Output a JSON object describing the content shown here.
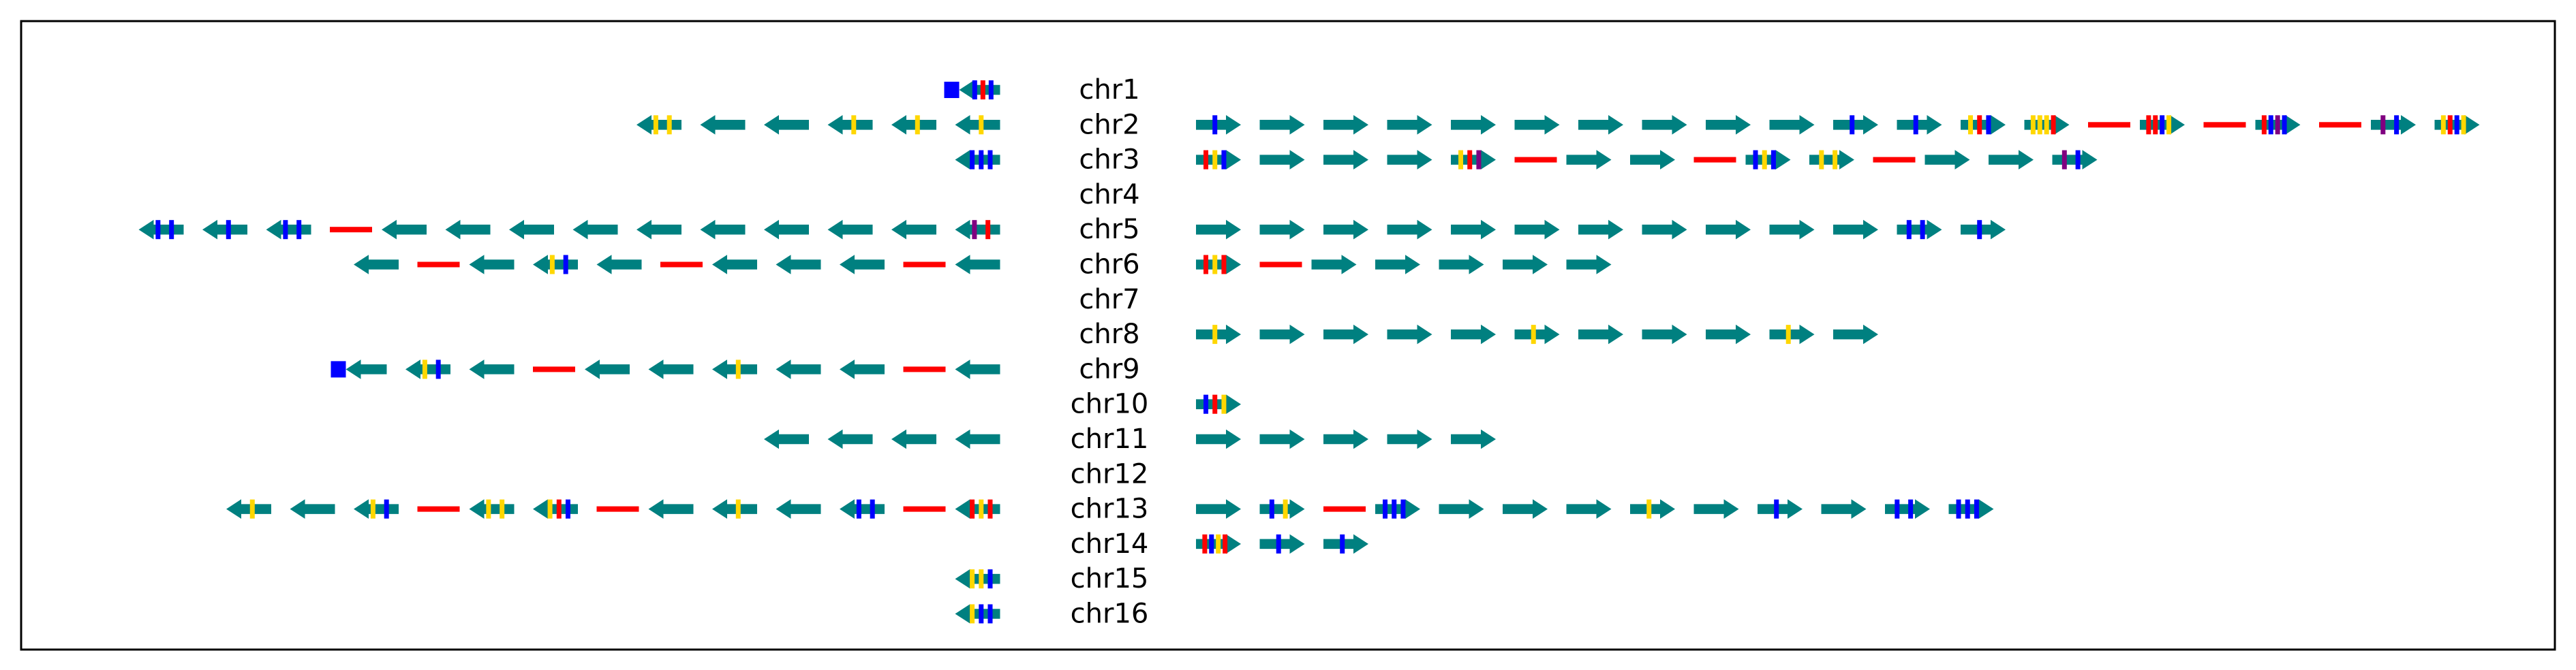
{
  "figure": {
    "colors": {
      "frame": "#000000",
      "background": "#ffffff",
      "block": "#008080",
      "gap": "#ff0000",
      "feature_blue": "#0000ff",
      "feature_yellow": "#ffd700",
      "feature_red": "#ff0000",
      "feature_purple": "#800080"
    }
  },
  "chromosomes": [
    {
      "name": "chr1",
      "left": [
        "<blue-box|blue,red,blue",
        ""
      ],
      "right": []
    },
    {
      "name": "chr2",
      "left": [
        "<|yellow,yellow",
        "<",
        "<",
        "<|yellow",
        "<|yellow",
        "<|yellow"
      ],
      "right": [
        ">|blue",
        ">",
        ">",
        ">",
        ">",
        ">",
        ">",
        ">",
        ">",
        ">",
        ">|blue",
        ">|blue",
        ">|yellow,red,blue",
        ">|yellow,yellow,yellow,red",
        "gap",
        ">|red,red,blue,yellow",
        "gap",
        ">|red,blue,purple,blue",
        "gap",
        ">|purple,blue",
        ">|yellow,red,blue,yellow"
      ]
    },
    {
      "name": "chr3",
      "left": [
        "<|blue,blue,blue"
      ],
      "right": [
        ">|red,yellow,blue",
        ">",
        ">",
        ">",
        ">|yellow,red,purple",
        "gap",
        ">",
        ">",
        "gap",
        ">|blue,yellow,blue",
        ">|yellow,yellow",
        "gap",
        ">",
        ">",
        ">|purple,blue"
      ]
    },
    {
      "name": "chr4",
      "left": [],
      "right": []
    },
    {
      "name": "chr5",
      "left": [
        "<|blue,blue",
        "<|blue",
        "<|blue,blue",
        "gap",
        "<",
        "<",
        "<",
        "<",
        "<",
        "<",
        "<",
        "<",
        "<",
        "<|red,purple"
      ],
      "right": [
        ">",
        ">",
        ">",
        ">",
        ">",
        ">",
        ">",
        ">",
        ">",
        ">",
        ">",
        ">|blue,blue",
        ">|blue"
      ]
    },
    {
      "name": "chr6",
      "left": [
        "<",
        "gap",
        "<",
        "<|blue,yellow",
        "<",
        "gap",
        "<",
        "<",
        "<",
        "gap",
        "<"
      ],
      "right": [
        ">|red,yellow,red",
        "gap",
        ">",
        ">",
        ">",
        ">",
        ">"
      ]
    },
    {
      "name": "chr7",
      "left": [],
      "right": []
    },
    {
      "name": "chr8",
      "left": [],
      "right": [
        ">|yellow",
        ">",
        ">",
        ">",
        ">",
        ">|yellow",
        ">",
        ">",
        ">",
        ">|yellow",
        ">"
      ]
    },
    {
      "name": "chr9",
      "left": [
        "<blue-box",
        "<|blue,yellow",
        "<",
        "gap",
        "<",
        "<",
        "<|yellow",
        "<",
        "<",
        "gap",
        "<"
      ],
      "right": []
    },
    {
      "name": "chr10",
      "left": [],
      "right": [
        ">|blue,red,yellow"
      ]
    },
    {
      "name": "chr11",
      "left": [
        "<",
        "<",
        "<",
        "<"
      ],
      "right": [
        ">",
        ">",
        ">",
        ">",
        ">"
      ]
    },
    {
      "name": "chr12",
      "left": [],
      "right": []
    },
    {
      "name": "chr13",
      "left": [
        "<|yellow",
        "<",
        "<|blue,yellow",
        "gap",
        "<|yellow,yellow",
        "<|blue,red,yellow",
        "gap",
        "<",
        "<|yellow",
        "<",
        "<|blue,blue",
        "gap",
        "<|red,yellow,red"
      ],
      "right": [
        ">",
        ">|blue,yellow",
        "gap",
        ">|blue,blue,blue",
        ">",
        ">",
        ">",
        ">|yellow",
        ">",
        ">|blue",
        ">",
        ">|blue,blue",
        ">|blue,blue,blue"
      ]
    },
    {
      "name": "chr14",
      "left": [],
      "right": [
        ">|red,blue,yellow,red",
        ">|blue",
        ">|blue"
      ]
    },
    {
      "name": "chr15",
      "left": [
        "<|blue,yellow,yellow"
      ],
      "right": []
    },
    {
      "name": "chr16",
      "left": [
        "<|blue,blue,yellow"
      ],
      "right": []
    }
  ]
}
